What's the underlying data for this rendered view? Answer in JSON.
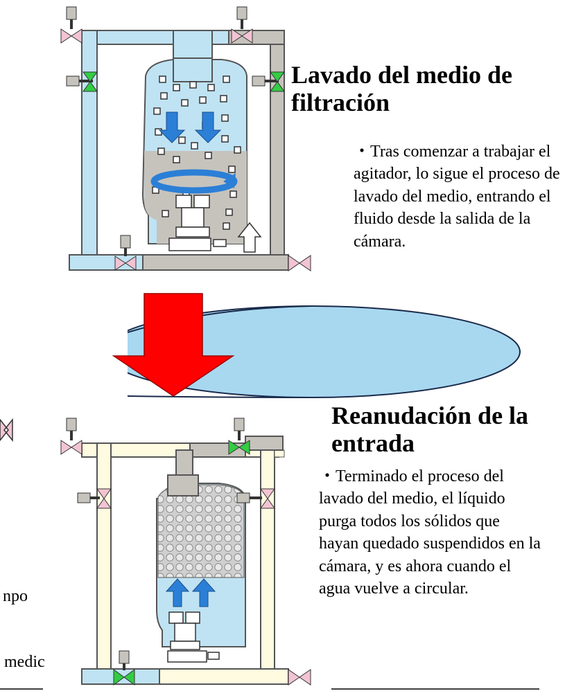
{
  "step1": {
    "title": "Lavado del medio de filtración",
    "description": "・Tras comenzar a trabajar el agitador, lo sigue el proceso de lavado del medio, entrando el fluido desde la salida de la cámara."
  },
  "step2": {
    "title": "Reanudación de la entrada",
    "description": "・Terminado el proceso del lavado del medio, el líquido purga todos los sólidos que hayan quedado suspendidos en la cámara, y es ahora cuando el agua vuelve a circular."
  },
  "cutoff_text": {
    "line1": "npo",
    "line2": "medic"
  },
  "colors": {
    "water": "#bfe3f3",
    "liquid_gray": "#c6c3bd",
    "pipe_cream": "#fffbe0",
    "valve_pink": "#f2c4d3",
    "valve_green": "#33cc44",
    "arrow_red": "#ff0000",
    "ellipse_blue": "#a8d8f0",
    "flow_arrow_blue": "#2b7fd6"
  }
}
